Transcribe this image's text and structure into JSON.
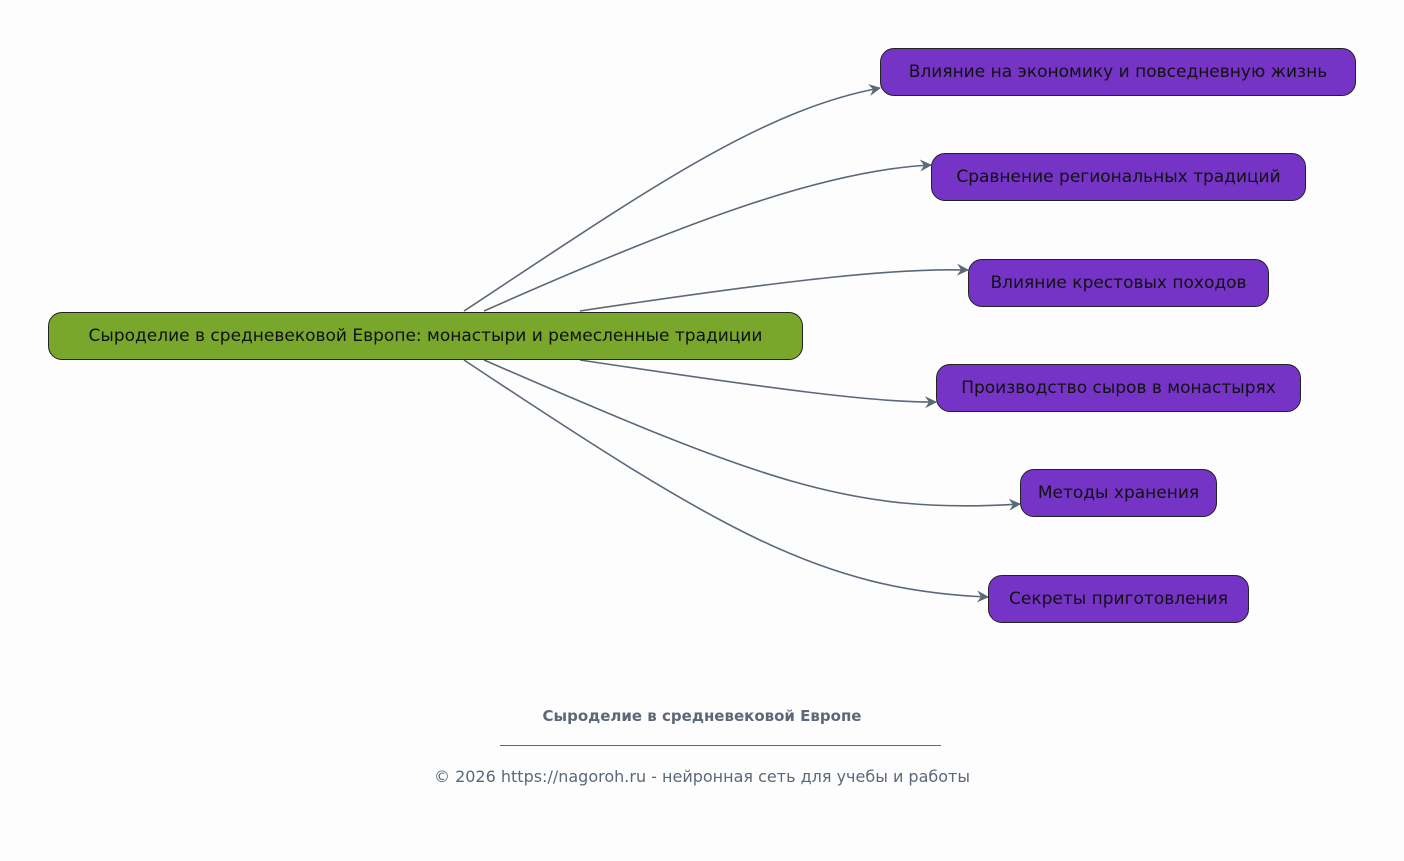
{
  "diagram": {
    "type": "mindmap",
    "colors": {
      "root_fill": "#78a72c",
      "child_fill": "#7534c6",
      "edge": "#5b6878",
      "text": "#111111",
      "background": "#fdfdfd"
    },
    "root": {
      "label": "Сыроделие в средневековой Европе: монастыри и ремесленные традиции"
    },
    "children": [
      {
        "label": "Влияние на экономику и повседневную жизнь"
      },
      {
        "label": "Сравнение региональных традиций"
      },
      {
        "label": "Влияние крестовых походов"
      },
      {
        "label": "Производство сыров в монастырях"
      },
      {
        "label": "Методы хранения"
      },
      {
        "label": "Секреты приготовления"
      }
    ]
  },
  "footer": {
    "title": "Сыроделие в средневековой Европе",
    "copyright": "© 2026 https://nagoroh.ru - нейронная сеть для учебы и работы"
  }
}
